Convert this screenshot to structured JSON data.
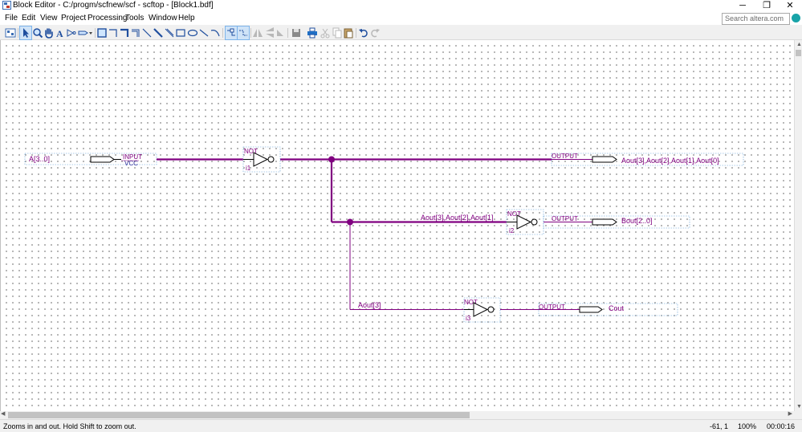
{
  "window": {
    "title": "Block Editor - C:/progm/scfnew/scf - scftop - [Block1.bdf]",
    "minimize": "─",
    "maximize": "❐",
    "close": "✕"
  },
  "menu": [
    "File",
    "Edit",
    "View",
    "Project",
    "Processing",
    "Tools",
    "Window",
    "Help"
  ],
  "search": {
    "placeholder": "Search altera.com"
  },
  "toolbar": {
    "icons": [
      "block-diagram-icon",
      "selection-tool-icon",
      "zoom-tool-icon",
      "hand-tool-icon",
      "text-tool-icon",
      "symbol-tool-icon",
      "pin-tool-icon",
      "block-tool-icon",
      "orthogonal-node-tool-icon",
      "orthogonal-bus-tool-icon",
      "orthogonal-conduit-tool-icon",
      "diagonal-node-tool-icon",
      "diagonal-bus-tool-icon",
      "diagonal-conduit-tool-icon",
      "rectangle-tool-icon",
      "ellipse-tool-icon",
      "line-tool-icon",
      "arc-tool-icon",
      "partial-line-selection-icon",
      "rubberbanding-icon",
      "flip-horizontal-icon",
      "flip-vertical-icon",
      "rotate-icon",
      "save-icon",
      "print-icon",
      "cut-icon",
      "copy-icon",
      "paste-icon",
      "undo-icon",
      "redo-icon"
    ]
  },
  "schematic": {
    "input_pin": {
      "name": "A[3..0]",
      "type": "INPUT",
      "default": "VCC"
    },
    "gates": [
      {
        "type": "NOT",
        "instance": "i1"
      },
      {
        "type": "NOT",
        "instance": "i2"
      },
      {
        "type": "NOT",
        "instance": "i3"
      }
    ],
    "output_pins": [
      {
        "type": "OUTPUT",
        "name": "Aout[3],Aout[2],Aout[1],Aout[0]"
      },
      {
        "type": "OUTPUT",
        "name": "Bout[2..0]"
      },
      {
        "type": "OUTPUT",
        "name": "Cout"
      }
    ],
    "bus_labels": [
      "Aout[3],Aout[2],Aout[1]",
      "Aout[3]"
    ],
    "wire_color": "#800080"
  },
  "status": {
    "message": "Zooms in and out. Hold Shift to zoom out.",
    "coordinates": "-61, 1",
    "zoom": "100%",
    "time": "00:00:16"
  }
}
